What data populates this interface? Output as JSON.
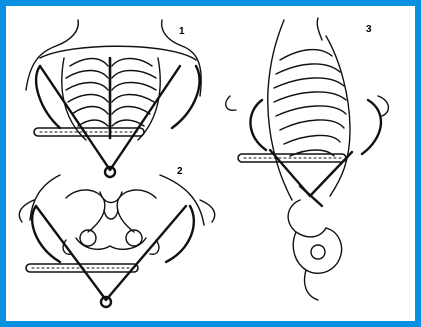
{
  "figure": {
    "border_color": "#0a90e0",
    "background": "#ffffff",
    "line_color": "#111111",
    "panels": [
      {
        "number": "1"
      },
      {
        "number": "2"
      },
      {
        "number": "3"
      }
    ]
  }
}
